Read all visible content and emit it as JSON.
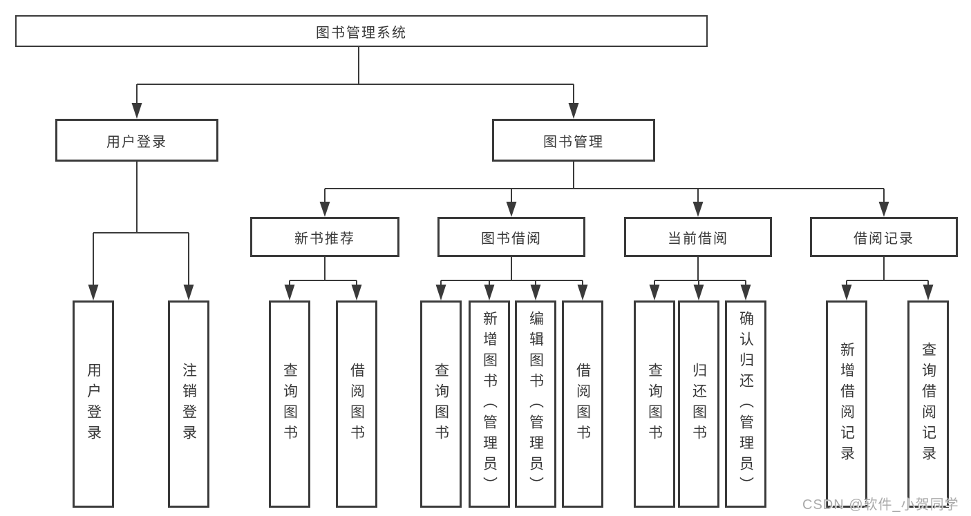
{
  "root": {
    "label": "图书管理系统"
  },
  "level2": [
    {
      "label": "用户登录"
    },
    {
      "label": "图书管理"
    }
  ],
  "level3": [
    {
      "label": "新书推荐",
      "parent": "图书管理"
    },
    {
      "label": "图书借阅",
      "parent": "图书管理"
    },
    {
      "label": "当前借阅",
      "parent": "图书管理"
    },
    {
      "label": "借阅记录",
      "parent": "图书管理"
    }
  ],
  "leaves": [
    {
      "label": "用户登录",
      "parent": "用户登录"
    },
    {
      "label": "注销登录",
      "parent": "用户登录"
    },
    {
      "label": "查询图书",
      "parent": "新书推荐"
    },
    {
      "label": "借阅图书",
      "parent": "新书推荐"
    },
    {
      "label": "查询图书",
      "parent": "图书借阅"
    },
    {
      "label": "新增图书（管理员）",
      "parent": "图书借阅"
    },
    {
      "label": "编辑图书（管理员）",
      "parent": "图书借阅"
    },
    {
      "label": "借阅图书",
      "parent": "图书借阅"
    },
    {
      "label": "查询图书",
      "parent": "当前借阅"
    },
    {
      "label": "归还图书",
      "parent": "当前借阅"
    },
    {
      "label": "确认归还（管理员）",
      "parent": "当前借阅"
    },
    {
      "label": "新增借阅记录",
      "parent": "借阅记录"
    },
    {
      "label": "查询借阅记录",
      "parent": "借阅记录"
    }
  ],
  "watermark": "CSDN @软件_小贺同学",
  "colors": {
    "line": "#3a3a3a",
    "box_border": "#3a3a3a",
    "text": "#383838",
    "watermark": "#aaaaaa",
    "background": "#ffffff"
  }
}
